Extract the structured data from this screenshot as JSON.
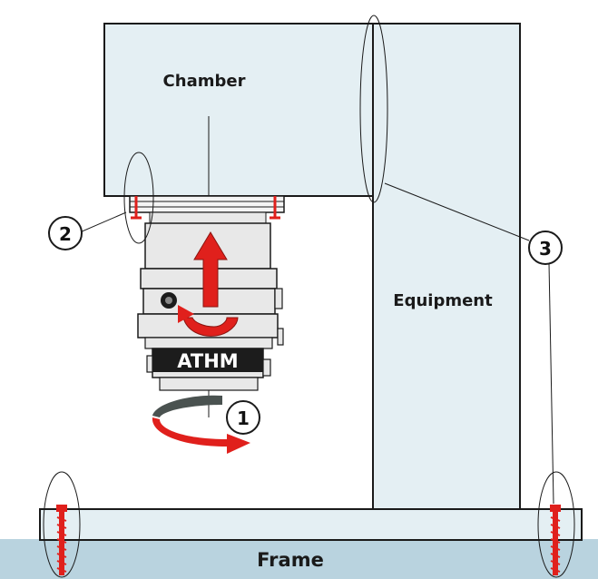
{
  "labels": {
    "chamber": "Chamber",
    "equipment": "Equipment",
    "frame": "Frame",
    "pump": "ATHM"
  },
  "callouts": [
    "1",
    "2",
    "3"
  ],
  "colors": {
    "panel_fill": "#e4eff3",
    "frame_fill": "#b9d3df",
    "outline": "#1a1a1a",
    "pump_fill": "#e8e8e8",
    "pump_dark": "#1c1c1c",
    "arrow_red": "#e0201c",
    "arrow_grey": "#4a5250"
  },
  "icons": [
    "up-arrow-icon",
    "curved-arrow-icon",
    "rotation-arrow-icon"
  ]
}
